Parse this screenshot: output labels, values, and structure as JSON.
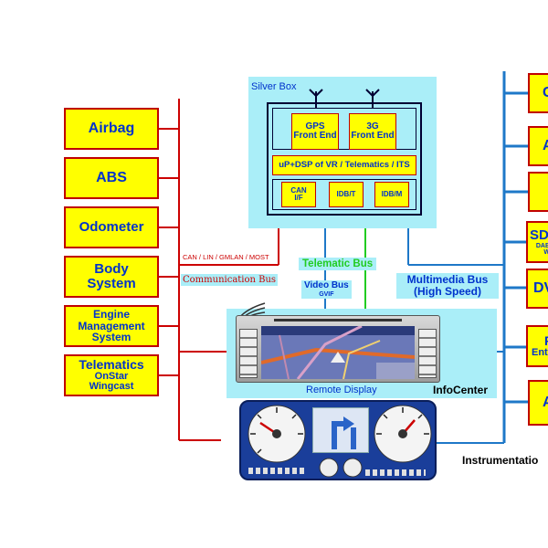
{
  "silver_box": {
    "title": "Silver Box",
    "gps": "GPS\nFront End",
    "g3": "3G\nFront End",
    "dsp": "uP+DSP of VR / Telematics / ITS",
    "can": "CAN\nI/F",
    "idbt": "IDB/T",
    "idbm": "IDB/M"
  },
  "left_boxes": [
    {
      "label": "Airbag"
    },
    {
      "label": "ABS"
    },
    {
      "label": "Odometer"
    },
    {
      "label": "Body\nSystem"
    },
    {
      "label": "Engine\nManagement\nSystem"
    },
    {
      "label": "Telematics",
      "sub": "OnStar\nWingcast"
    }
  ],
  "right_boxes": [
    {
      "label": "C"
    },
    {
      "label": "A"
    },
    {
      "label": ""
    },
    {
      "label": "SD",
      "sub": "DAB\nW"
    },
    {
      "label": "DV"
    },
    {
      "label": "R",
      "sub": "Ent"
    },
    {
      "label": "A"
    }
  ],
  "labels": {
    "can_bus": "CAN / LIN / GMLAN / MOST",
    "communication_bus": "Communication Bus",
    "telematic_bus": "Telematic Bus",
    "video_bus": "Video Bus",
    "gvif": "GVIF",
    "multimedia_bus": "Multimedia Bus\n(High Speed)",
    "remote_display": "Remote Display",
    "infocenter": "InfoCenter",
    "instrumentation": "Instrumentatio"
  },
  "colors": {
    "box_fill": "#ffff00",
    "box_border": "#c00000",
    "bus_red": "#cc0000",
    "bus_blue": "#1e78c8",
    "bus_green": "#22cc22",
    "panel_cyan": "#aaeef8"
  }
}
